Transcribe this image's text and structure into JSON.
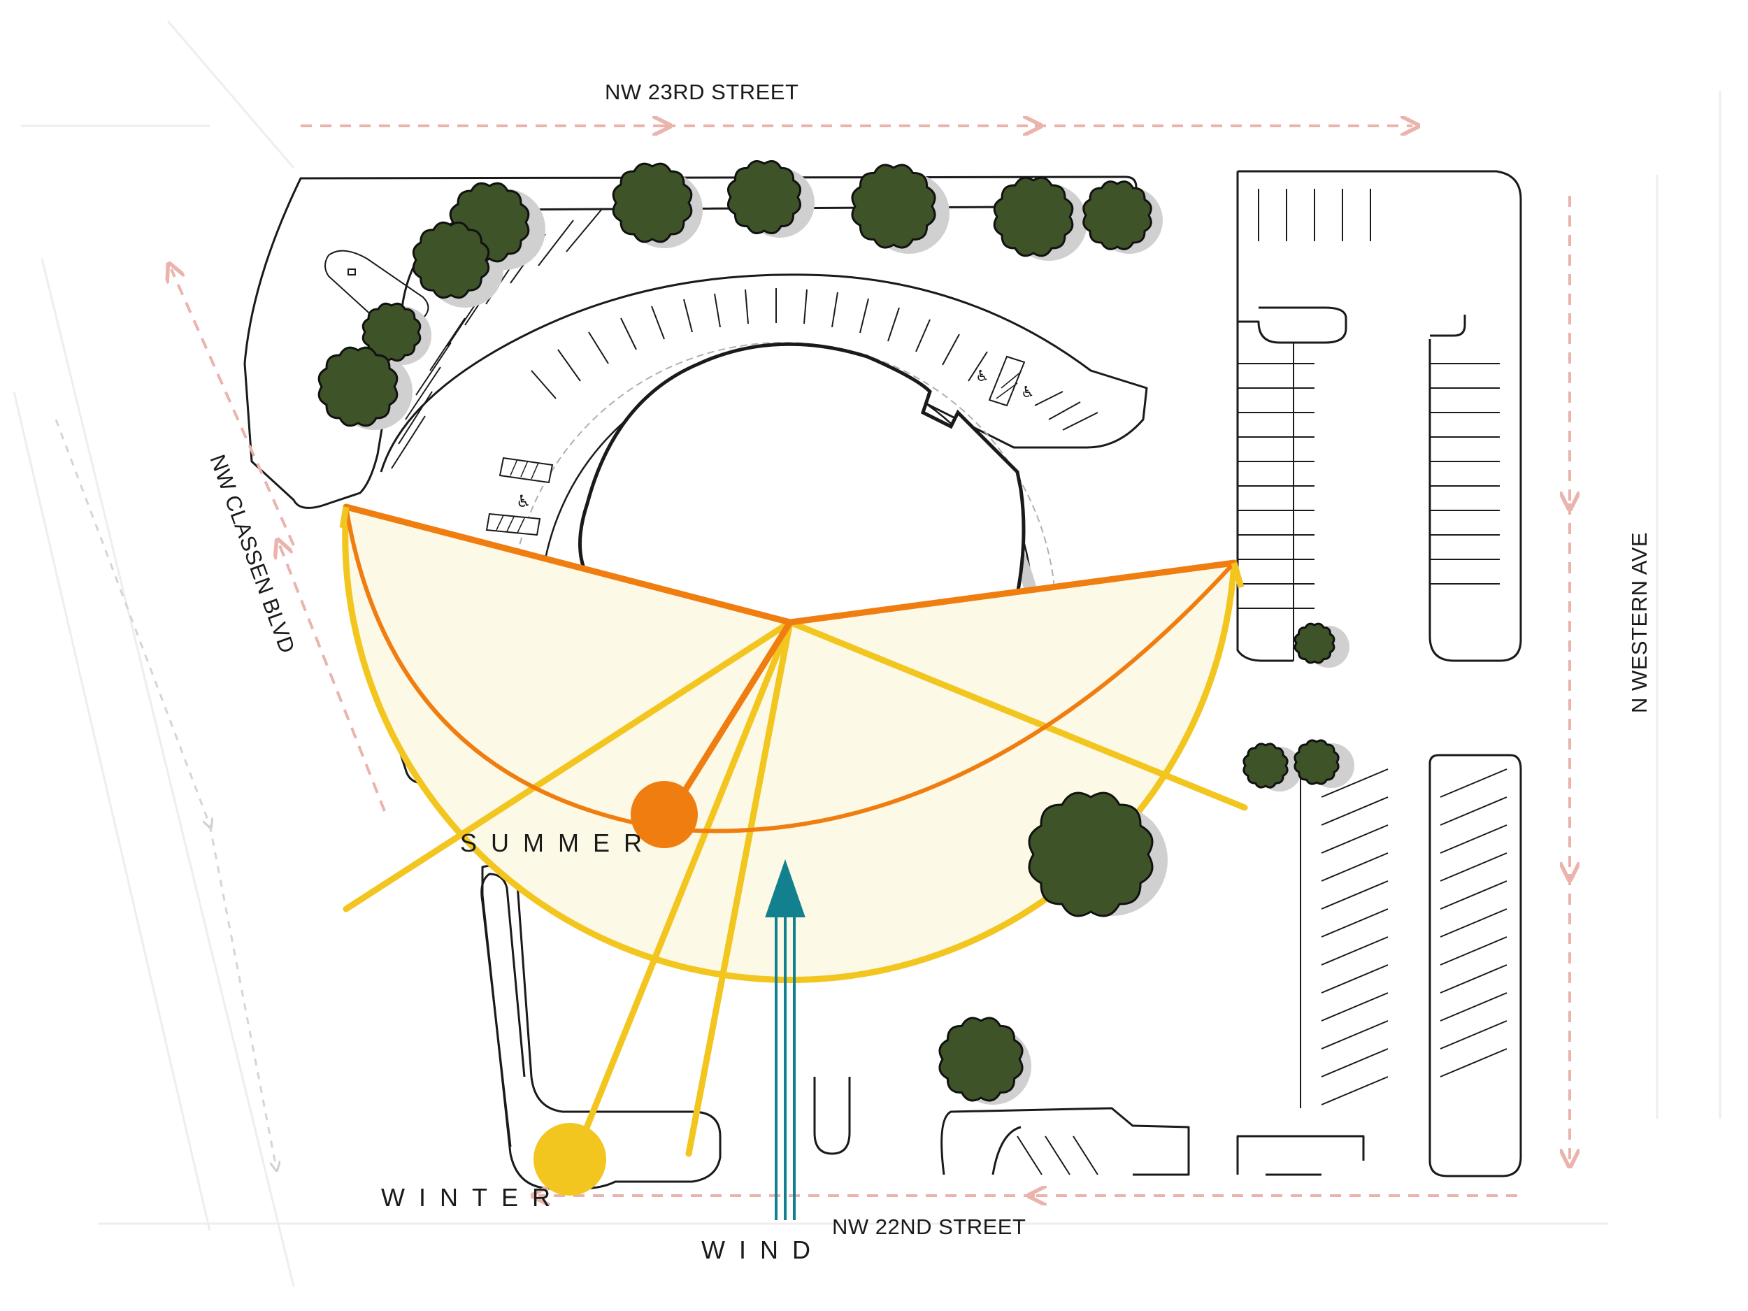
{
  "streets": {
    "north": "NW 23RD STREET",
    "west": "NW CLASSEN BLVD",
    "east": "N WESTERN AVE",
    "south": "NW 22ND STREET"
  },
  "seasons": {
    "summer": "SUMMER",
    "winter": "WINTER",
    "wind": "WIND"
  },
  "colors": {
    "summer_sun": "#f07d10",
    "winter_sun": "#f2c51f",
    "wind_arrow": "#12808e",
    "tree": "#3e5428",
    "traffic_arrow": "#eab4ad",
    "sun_zone_fill": "#fcf9e6"
  },
  "icons": {
    "accessible_parking": "wheelchair-icon",
    "wind": "arrow-up-icon"
  }
}
